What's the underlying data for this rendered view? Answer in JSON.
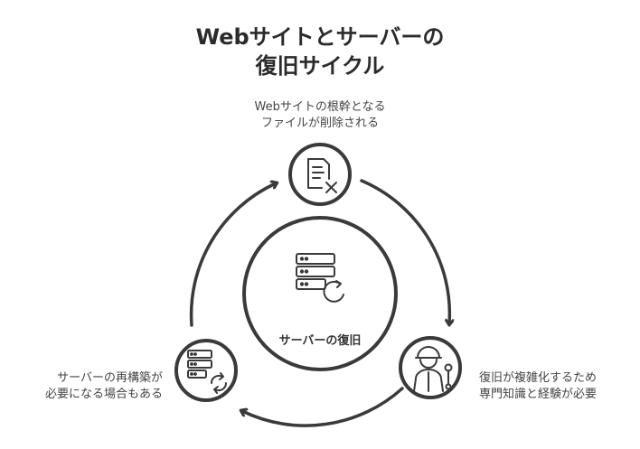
{
  "title": {
    "line1": "Webサイトとサーバーの",
    "line2": "復旧サイクル"
  },
  "center": {
    "label": "サーバーの復旧",
    "icon": "server-restore-icon"
  },
  "nodes": [
    {
      "id": "top",
      "icon": "document-delete-icon",
      "line1": "Webサイトの根幹となる",
      "line2": "ファイルが削除される"
    },
    {
      "id": "right",
      "icon": "technician-icon",
      "line1": "復旧が複雑化するため",
      "line2": "専門知識と経験が必要"
    },
    {
      "id": "left",
      "icon": "server-rebuild-icon",
      "line1": "サーバーの再構築が",
      "line2": "必要になる場合もある"
    }
  ],
  "colors": {
    "stroke": "#3a3a3a",
    "text": "#333333"
  }
}
